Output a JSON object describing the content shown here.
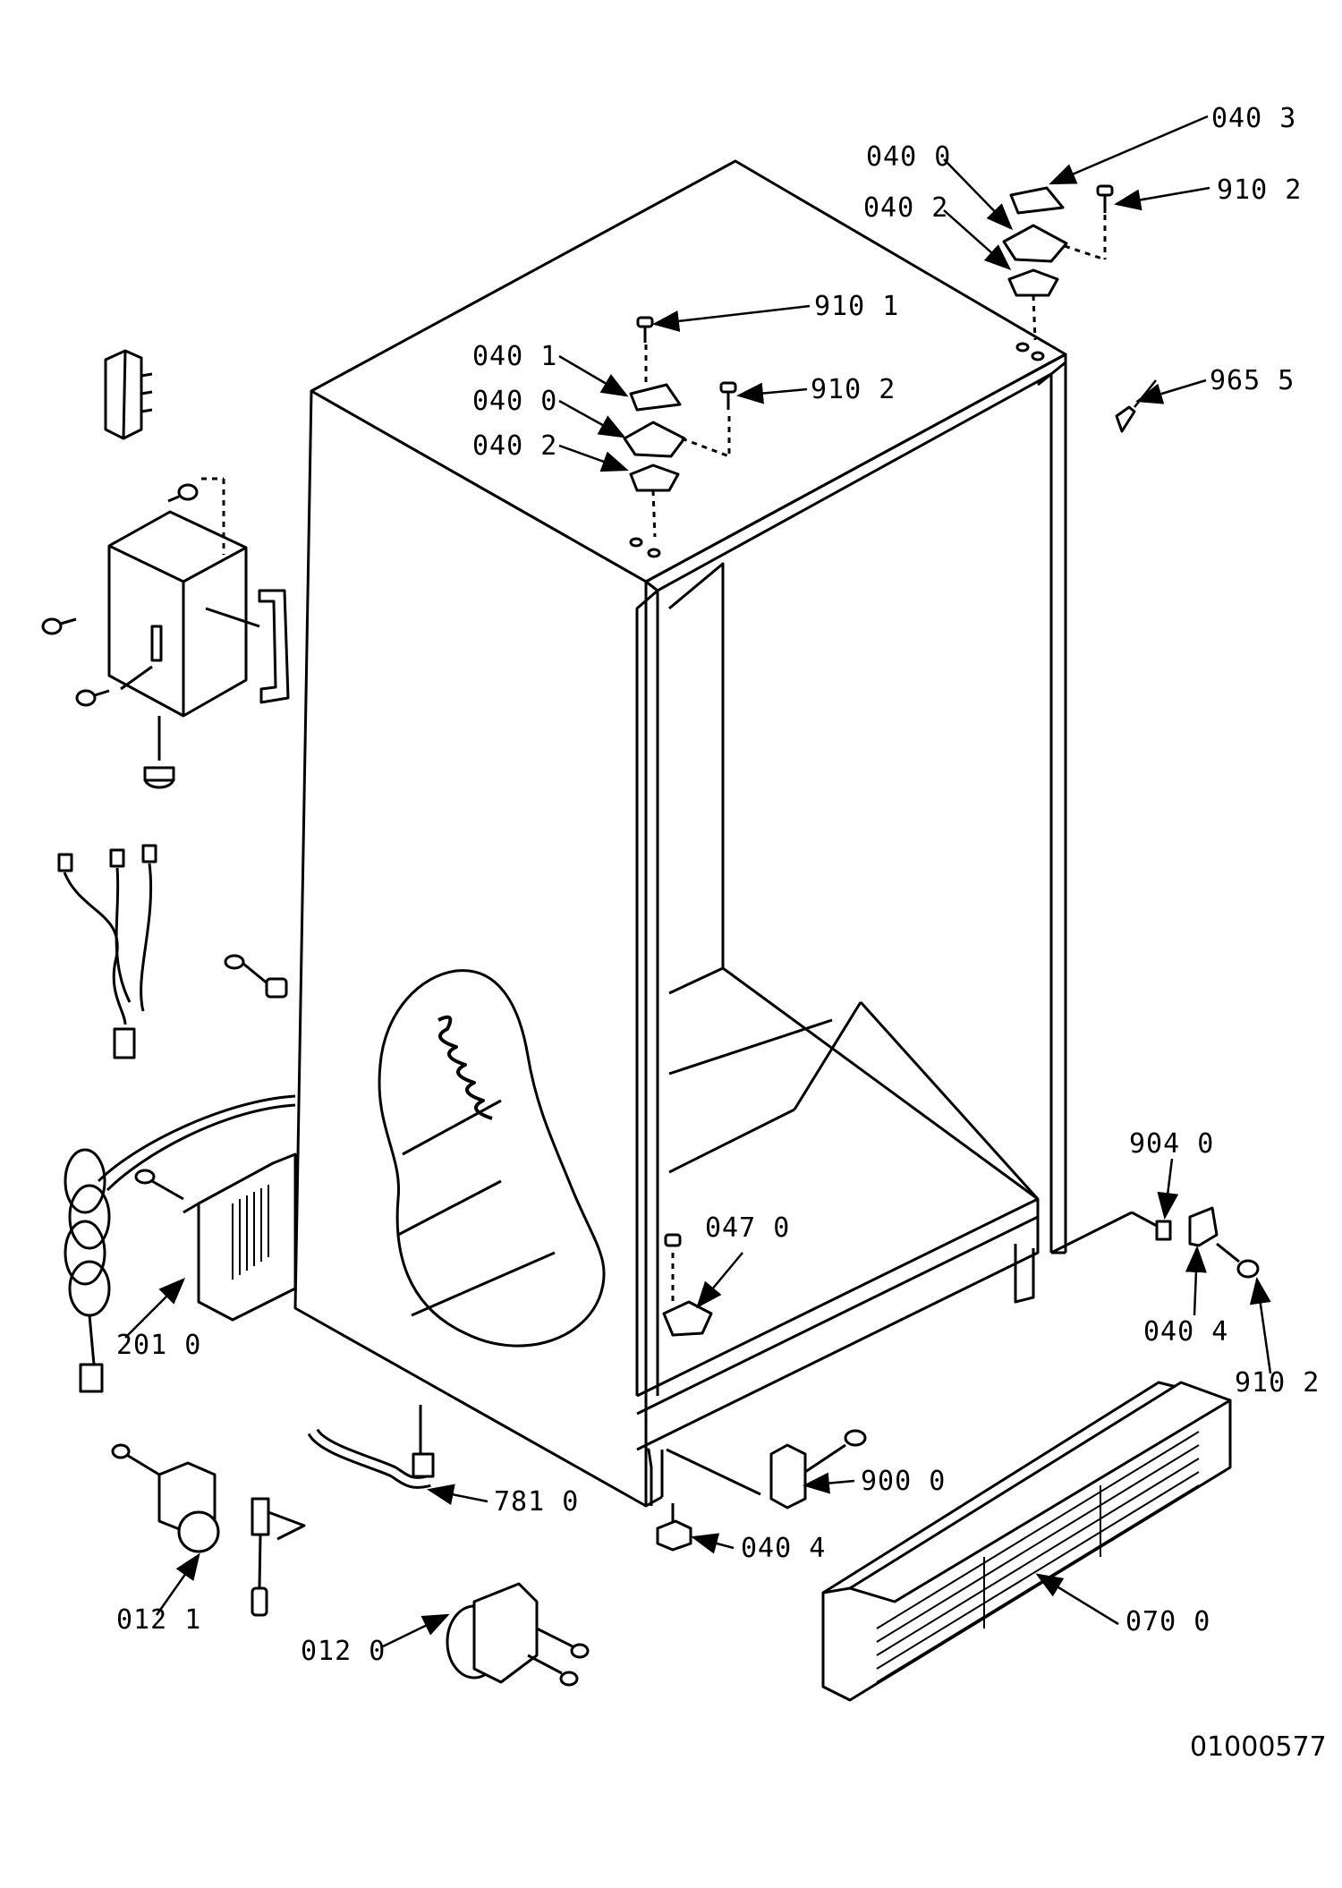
{
  "labels": {
    "l_040_3_top": "040 3",
    "l_040_0_top": "040 0",
    "l_040_2_top": "040 2",
    "l_910_2_top": "910 2",
    "l_910_1": "910 1",
    "l_040_1": "040 1",
    "l_040_0_mid": "040 0",
    "l_910_2_mid": "910 2",
    "l_040_2_mid": "040 2",
    "l_965_5": "965 5",
    "l_904_0": "904 0",
    "l_047_0": "047 0",
    "l_040_4_right": "040 4",
    "l_910_2_bottom": "910 2",
    "l_201_0": "201 0",
    "l_900_0": "900 0",
    "l_781_0": "781 0",
    "l_040_4_bottom": "040 4",
    "l_012_1": "012 1",
    "l_012_0": "012 0",
    "l_070_0": "070 0"
  },
  "document_id": "01000577"
}
